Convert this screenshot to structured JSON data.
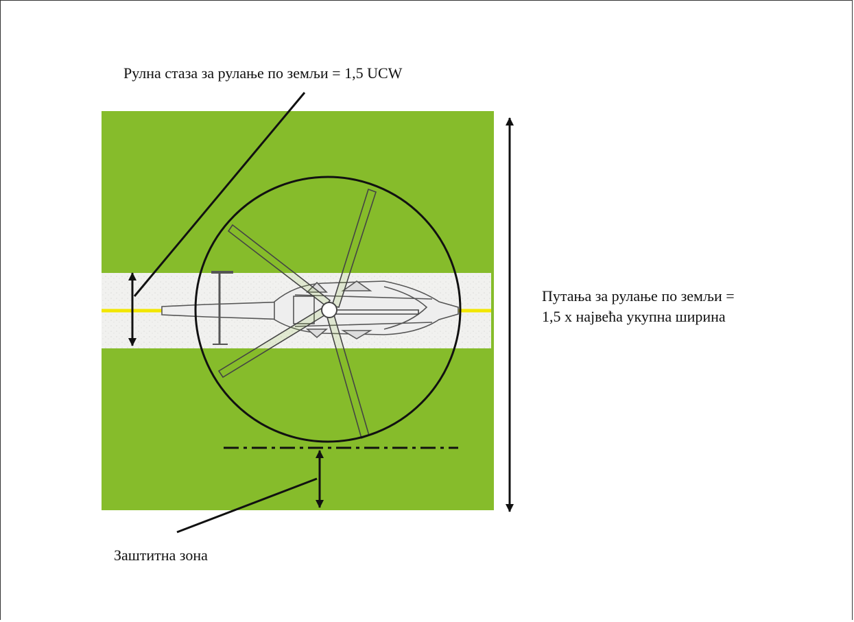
{
  "labels": {
    "taxi_route": "Рулна стаза за рулање по земљи = 1,5 UCW",
    "taxi_path_line1": "Путања за рулање по земљи =",
    "taxi_path_line2": "1,5 x највећа укупна ширина",
    "protection_area": "Заштитна зона"
  },
  "colors": {
    "grass": "#86bc2b",
    "taxiway": "#f1f1ef",
    "centerline": "#f2e600",
    "lines": "#111111",
    "helicopter": "#555555"
  }
}
